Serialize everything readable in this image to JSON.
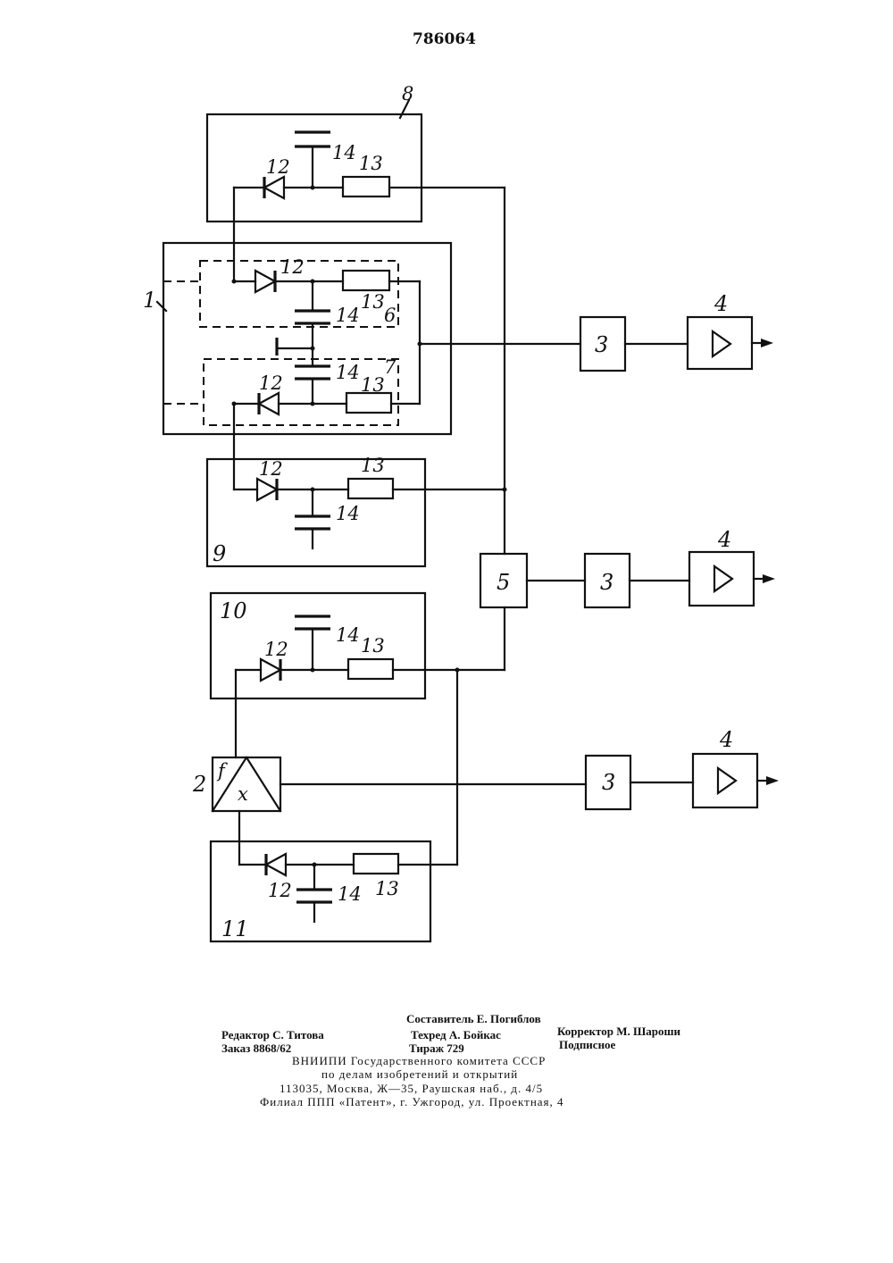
{
  "patent_number": "786064",
  "labels": {
    "block_1": "1",
    "block_2": "2",
    "detector_6": "6",
    "detector_7": "7",
    "detector_8": "8",
    "detector_9": "9",
    "detector_10": "10",
    "detector_11": "11",
    "diode": "12",
    "resistor": "13",
    "capacitor": "14",
    "block_3": "3",
    "block_4": "4",
    "block_5": "5",
    "symbol_f": "f",
    "symbol_x": "x"
  },
  "footer": {
    "compiler": "Составитель Е. Погиблов",
    "editor": "Редактор С. Титова",
    "techred": "Техред А. Бойкас",
    "corrector": "Корректор М. Шароши",
    "order": "Заказ 8868/62",
    "circulation": "Тираж 729",
    "signed": "Подписное",
    "org_line1": "ВНИИПИ Государственного комитета СССР",
    "org_line2": "по делам изобретений и открытий",
    "address": "113035, Москва, Ж—35, Раушская наб., д. 4/5",
    "branch": "Филиал ППП «Патент», г. Ужгород, ул. Проектная, 4"
  }
}
